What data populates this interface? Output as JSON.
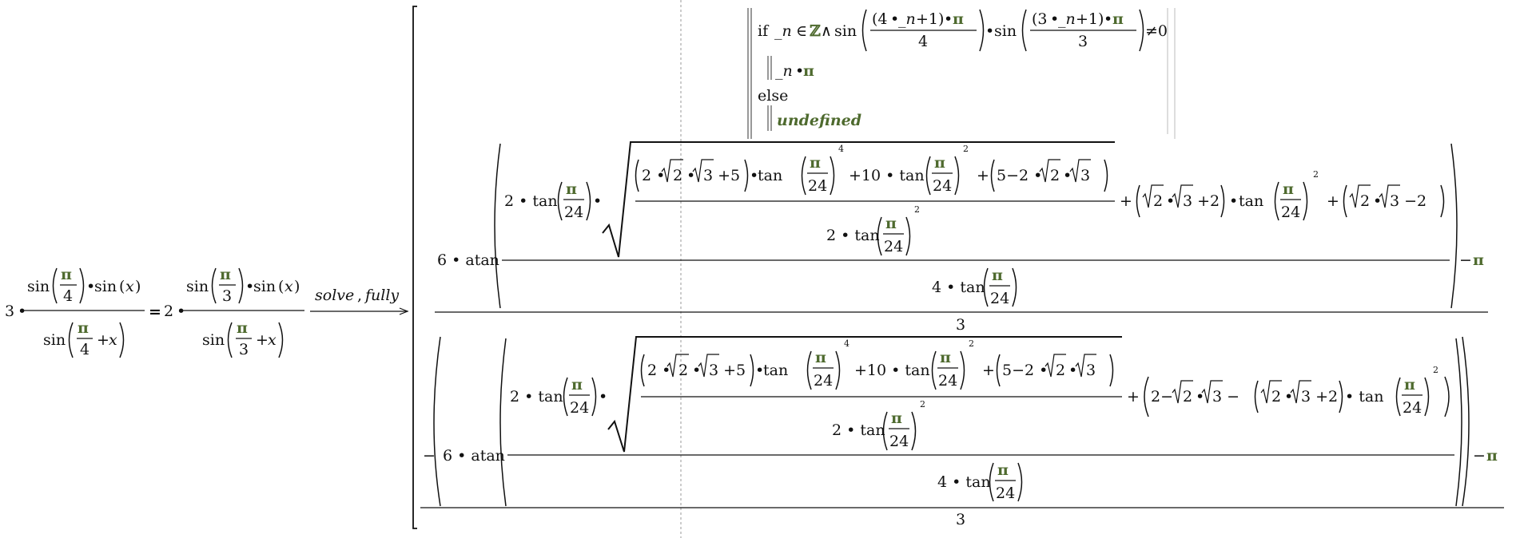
{
  "lhs": {
    "coef": "3",
    "num_sin": "sin",
    "num_pi": "π",
    "num_4": "4",
    "num_sinx": "sin",
    "num_x": "x",
    "den_sin": "sin",
    "den_pi": "π",
    "den_4": "4",
    "den_x": "x"
  },
  "rhs": {
    "coef": "2",
    "num_sin": "sin",
    "num_pi": "π",
    "num_3": "3",
    "num_sinx": "sin",
    "num_x": "x",
    "den_sin": "sin",
    "den_pi": "π",
    "den_3": "3",
    "den_x": "x"
  },
  "arrow_label": {
    "cmd": "solve",
    "sep": ",",
    "opt": "fully"
  },
  "piecewise": {
    "if": "if",
    "cond_n": "_n",
    "elem": "∈",
    "Z": "ℤ",
    "and": "∧",
    "sin": "sin",
    "f1_num_open": "(4",
    "f1_num_n": "_n",
    "f1_num_close": "+1)",
    "pi": "π",
    "f1_den": "4",
    "f2_num_open": "(3",
    "f2_num_n": "_n",
    "f2_num_close": "+1)",
    "f2_den": "3",
    "neq": "≠0",
    "case1_n": "_n",
    "else": "else",
    "undefined": "undefined"
  },
  "sol1": {
    "six_atan": "6 • atan",
    "two_tan": "2 • tan",
    "pi": "π",
    "d24": "24",
    "rad_term1_a": "2 •",
    "rad_term1_b": "2 •",
    "rad_term1_c": "3 +5",
    "tan": "tan",
    "exp4": "4",
    "plus10tan": "+10 • tan",
    "exp2": "2",
    "rad_term3_a": "+",
    "rad_term3_b": "5−2 •",
    "rad_term3_c": "2 •",
    "rad_den": "2 • tan",
    "plus": "+",
    "tail_a": "2 •",
    "tail_b": "3 +2",
    "tail_c": "+",
    "tail_d": "2 •",
    "tail_e": "3 −2",
    "den_four_tan": "4 • tan",
    "minus_pi": "−",
    "three": "3",
    "sqrt2": "2",
    "sqrt3": "3"
  },
  "sol2": {
    "minus": "−",
    "six_atan": "6 • atan",
    "two_tan": "2 • tan",
    "pi": "π",
    "d24": "24",
    "rad_term1_a": "2 •",
    "rad_term1_b": "2 •",
    "rad_term1_c": "3 +5",
    "tan": "tan",
    "exp4": "4",
    "plus10tan": "+10 • tan",
    "exp2": "2",
    "rad_term3_a": "+",
    "rad_term3_b": "5−2 •",
    "rad_term3_c": "2 •",
    "rad_den": "2 • tan",
    "plus": "+",
    "tail_a": "2−",
    "tail_b": "2 •",
    "tail_c": "3 −",
    "tail_d": "2 •",
    "tail_e": "3 +2",
    "tail_tan": "• tan",
    "den_four_tan": "4 • tan",
    "minus_pi": "−",
    "three": "3",
    "sqrt2": "2",
    "sqrt3": "3"
  },
  "colors": {
    "constant_green": "#4e6a2e",
    "text": "#111111"
  }
}
